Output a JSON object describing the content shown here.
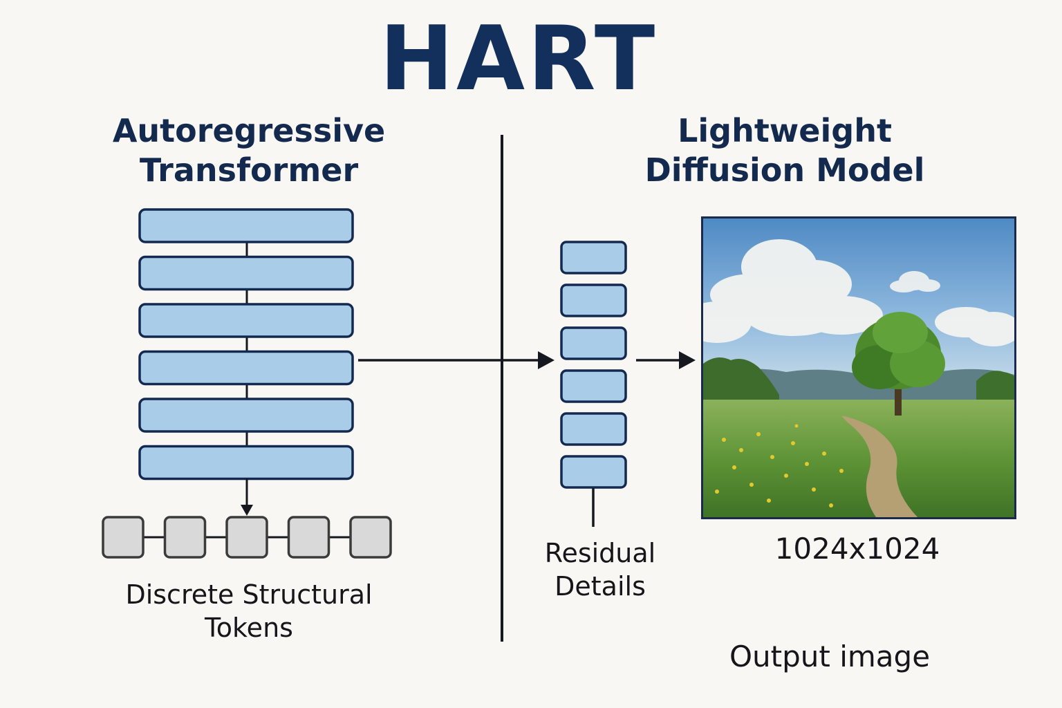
{
  "title": "HART",
  "left_section": {
    "heading_line1": "Autoregressive",
    "heading_line2": "Transformer",
    "layer_count": 6,
    "token_count": 5,
    "tokens_label_line1": "Discrete Structural",
    "tokens_label_line2": "Tokens"
  },
  "right_section": {
    "heading_line1": "Lightweight",
    "heading_line2": "Diffusion Model",
    "residual_block_count": 6,
    "residual_label_line1": "Residual",
    "residual_label_line2": "Details",
    "resolution_label": "1024x1024",
    "output_label": "Output image"
  },
  "colors": {
    "layer_fill": "#a9cde8",
    "layer_stroke": "#13294f",
    "token_fill": "#d9d9d9",
    "token_stroke": "#3b3b3b",
    "arrow": "#15181f",
    "divider": "#15181f"
  }
}
